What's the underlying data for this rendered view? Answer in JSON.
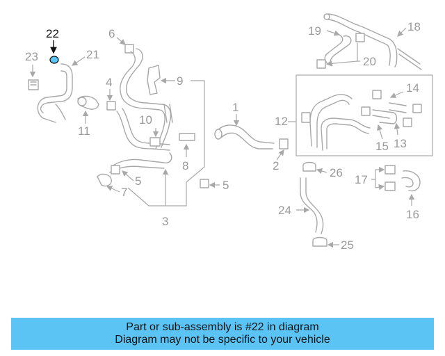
{
  "diagram": {
    "highlight_callout": "22",
    "highlight_color": "#5bc4f5",
    "callouts": {
      "c1": "1",
      "c2": "2",
      "c3": "3",
      "c4": "4",
      "c5a": "5",
      "c5b": "5",
      "c6": "6",
      "c7": "7",
      "c8": "8",
      "c9": "9",
      "c10": "10",
      "c11": "11",
      "c12": "12",
      "c13": "13",
      "c14": "14",
      "c15": "15",
      "c16": "16",
      "c17": "17",
      "c18": "18",
      "c19": "19",
      "c20": "20",
      "c21": "21",
      "c23": "23",
      "c24": "24",
      "c25": "25",
      "c26": "26"
    }
  },
  "banner": {
    "line1": "Part or sub-assembly is #22 in diagram",
    "line2": "Diagram may not be specific to your vehicle",
    "color": "#5bc4f5"
  }
}
